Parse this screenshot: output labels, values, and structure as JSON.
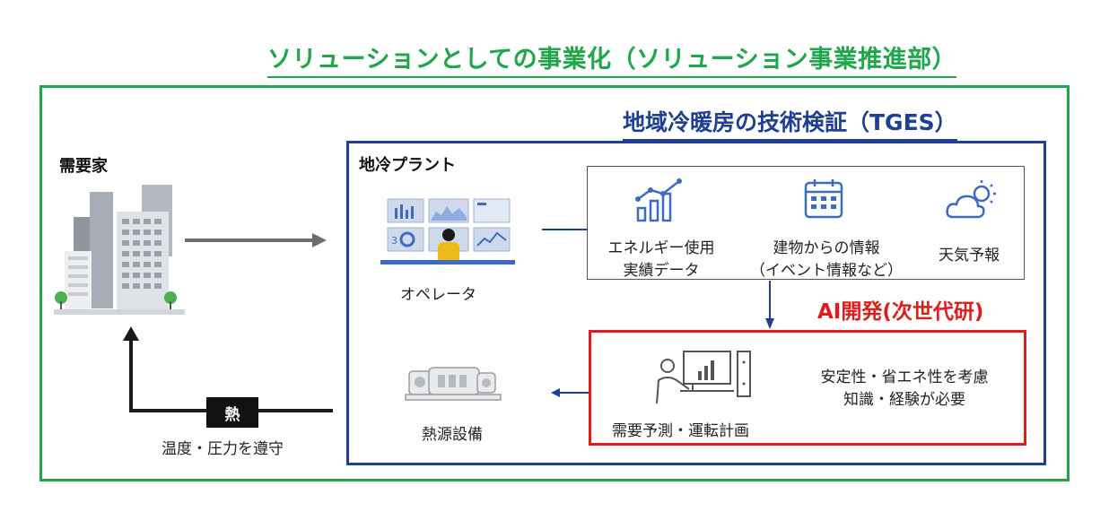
{
  "header": {
    "solution_title": "ソリューションとしての事業化（ソリューション事業推進部）",
    "verification_title": "地域冷暖房の技術検証（TGES）"
  },
  "customer": {
    "label": "需要家"
  },
  "plant": {
    "label": "地冷プラント",
    "operator_caption": "オペレータ",
    "heat_source_caption": "熱源設備"
  },
  "data_sources": [
    {
      "icon": "chart-line-bar-icon",
      "line1": "エネルギー使用",
      "line2": "実績データ"
    },
    {
      "icon": "calendar-icon",
      "line1": "建物からの情報",
      "line2": "（イベント情報など）"
    },
    {
      "icon": "weather-icon",
      "line1": "天気予報",
      "line2": ""
    }
  ],
  "ai": {
    "label": "AI開発(次世代研)",
    "forecast_caption": "需要予測・運転計画",
    "note_line1": "安定性・省エネ性を考慮",
    "note_line2": "知識・経験が必要"
  },
  "heat_return": {
    "badge": "熱",
    "caption": "温度・圧力を遵守"
  },
  "colors": {
    "green": "#1fa84a",
    "blue": "#1f3f96",
    "red": "#e21b1b",
    "icon_blue": "#3d6bc4"
  }
}
